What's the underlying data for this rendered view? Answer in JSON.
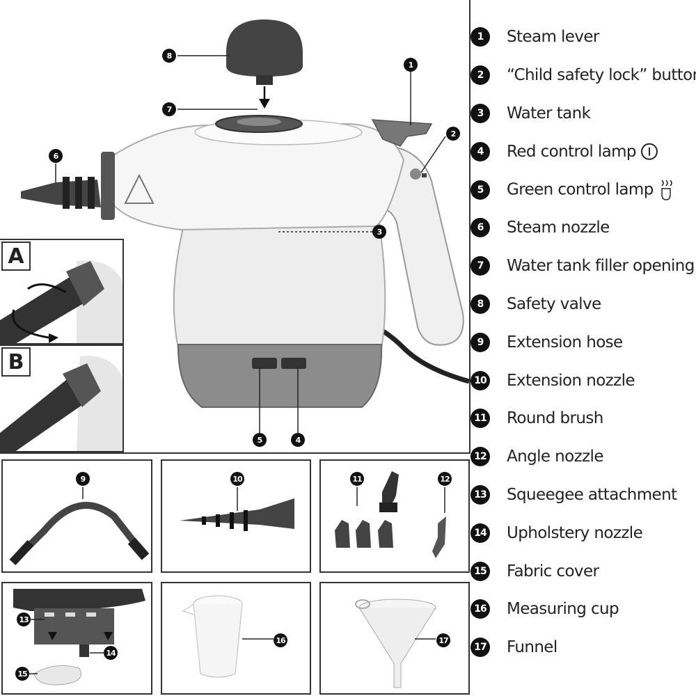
{
  "inset_labels": {
    "a": "A",
    "b": "B"
  },
  "callouts": {
    "c1": "1",
    "c2": "2",
    "c3": "3",
    "c4": "4",
    "c5": "5",
    "c6": "6",
    "c7": "7",
    "c8": "8",
    "c9": "9",
    "c10": "10",
    "c11": "11",
    "c12": "12",
    "c13": "13",
    "c14": "14",
    "c15": "15",
    "c16": "16",
    "c17": "17"
  },
  "legend": [
    {
      "num": "1",
      "label": "Steam lever"
    },
    {
      "num": "2",
      "label": "“Child safety lock” button"
    },
    {
      "num": "3",
      "label": "Water tank"
    },
    {
      "num": "4",
      "label": "Red control lamp",
      "icon": "power-symbol-icon"
    },
    {
      "num": "5",
      "label": "Green control lamp",
      "icon": "steam-symbol-icon"
    },
    {
      "num": "6",
      "label": "Steam nozzle"
    },
    {
      "num": "7",
      "label": "Water tank filler opening"
    },
    {
      "num": "8",
      "label": "Safety valve"
    },
    {
      "num": "9",
      "label": "Extension hose"
    },
    {
      "num": "10",
      "label": "Extension nozzle"
    },
    {
      "num": "11",
      "label": "Round brush"
    },
    {
      "num": "12",
      "label": "Angle nozzle"
    },
    {
      "num": "13",
      "label": "Squeegee attachment"
    },
    {
      "num": "14",
      "label": "Upholstery nozzle"
    },
    {
      "num": "15",
      "label": "Fabric cover"
    },
    {
      "num": "16",
      "label": "Measuring cup"
    },
    {
      "num": "17",
      "label": "Funnel"
    }
  ]
}
